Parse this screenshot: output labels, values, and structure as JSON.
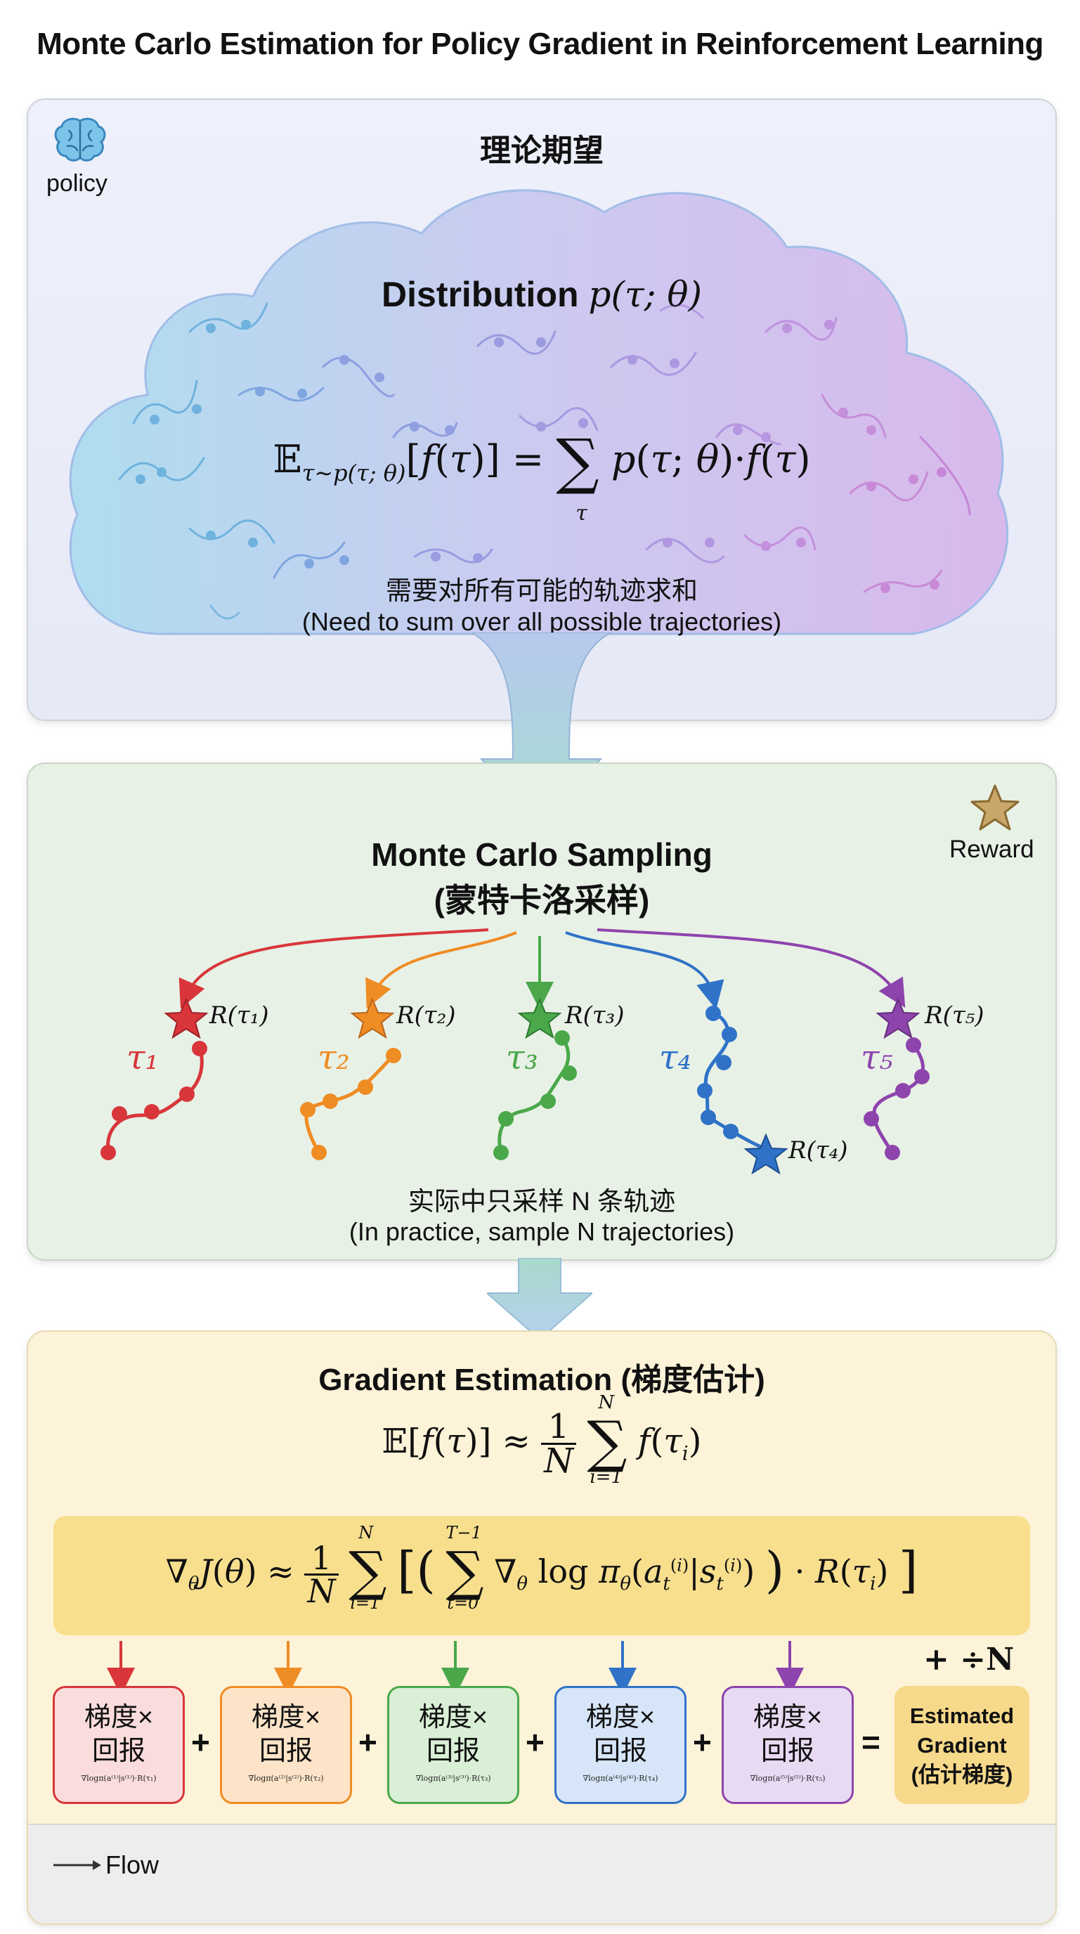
{
  "title": "Monte Carlo Estimation for Policy Gradient in Reinforcement Learning",
  "section1": {
    "heading_zh": "理论期望",
    "policy_label": "policy",
    "icon": "brain-icon",
    "distribution_label": "Distribution",
    "distribution_math": "p(τ; θ)",
    "expectation_formula": "𝔼τ∼p(τ;θ)[f(τ)] = Σ p(τ;θ)·f(τ)",
    "note_zh": "需要对所有可能的轨迹求和",
    "note_en": "(Need to sum over all possible trajectories)"
  },
  "section2": {
    "title_en": "Monte Carlo Sampling",
    "title_zh": "(蒙特卡洛采样)",
    "reward_label": "Reward",
    "trajectories": [
      {
        "name": "τ₁",
        "reward": "R(τ₁)",
        "color": "#d8363a"
      },
      {
        "name": "τ₂",
        "reward": "R(τ₂)",
        "color": "#ef8c24"
      },
      {
        "name": "τ₃",
        "reward": "R(τ₃)",
        "color": "#4aa84a"
      },
      {
        "name": "τ₄",
        "reward": "R(τ₄)",
        "color": "#2f72c8"
      },
      {
        "name": "τ₅",
        "reward": "R(τ₅)",
        "color": "#8e44ad"
      }
    ],
    "note_zh": "实际中只采样 N 条轨迹",
    "note_en": "(In practice, sample N trajectories)"
  },
  "section3": {
    "title": "Gradient Estimation (梯度估计)",
    "mc_formula": "𝔼[f(τ)] ≈ (1/N) Σ f(τᵢ)",
    "gradient_formula": "∇θJ(θ) ≈ (1/N) Σ [ ( Σ ∇θ log πθ(aₜ⁽ⁱ⁾|sₜ⁽ⁱ⁾) ) · R(τᵢ) ]",
    "boxes": [
      {
        "label1": "梯度×",
        "label2": "回报",
        "small": "∇logπ(a⁽¹⁾|s⁽¹⁾)·R(τ₁)",
        "border": "#d8363a",
        "fill": "#fbdcdc"
      },
      {
        "label1": "梯度×",
        "label2": "回报",
        "small": "∇logπ(a⁽²⁾|s⁽²⁾)·R(τ₂)",
        "border": "#ef8c24",
        "fill": "#fde4c8"
      },
      {
        "label1": "梯度×",
        "label2": "回报",
        "small": "∇logπ(a⁽³⁾|s⁽³⁾)·R(τ₃)",
        "border": "#4aa84a",
        "fill": "#d9efd6"
      },
      {
        "label1": "梯度×",
        "label2": "回报",
        "small": "∇logπ(a⁽⁴⁾|s⁽⁴⁾)·R(τ₄)",
        "border": "#2f72c8",
        "fill": "#d6e6f8"
      },
      {
        "label1": "梯度×",
        "label2": "回报",
        "small": "∇logπ(a⁽⁵⁾|s⁽⁵⁾)·R(τ₅)",
        "border": "#8e44ad",
        "fill": "#e9daf3"
      }
    ],
    "plus": "+",
    "equals": "=",
    "divide_label": "+ ÷N",
    "result_line1": "Estimated",
    "result_line2": "Gradient",
    "result_line3": "(估计梯度)"
  },
  "legend": {
    "flow_label": "Flow"
  }
}
